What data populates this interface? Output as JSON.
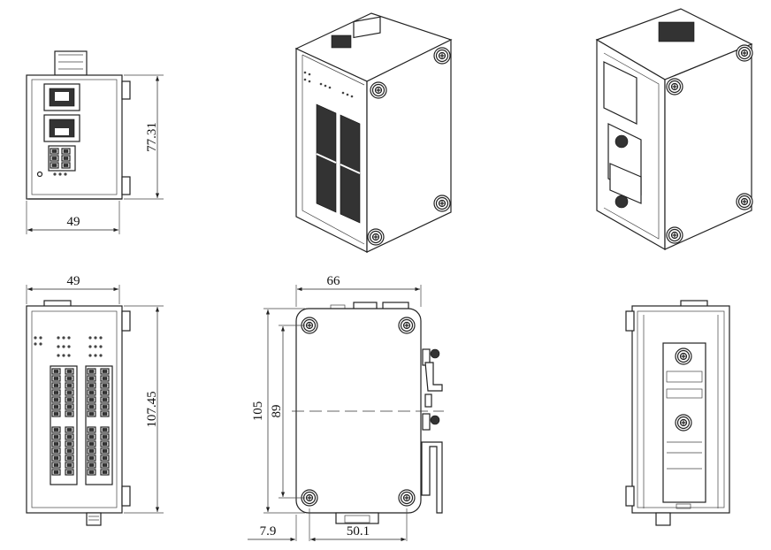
{
  "drawing": {
    "views": [
      "front-view",
      "isometric-front",
      "isometric-rear",
      "side-view",
      "top-view",
      "rear-view"
    ],
    "dimensions": {
      "front_height": "77.31",
      "front_width": "49",
      "side_width": "49",
      "side_height": "107.45",
      "top_width": "66",
      "top_height": "105",
      "hole_spacing_vertical": "89",
      "hole_offset": "7.9",
      "hole_spacing_horizontal": "50.1"
    }
  }
}
